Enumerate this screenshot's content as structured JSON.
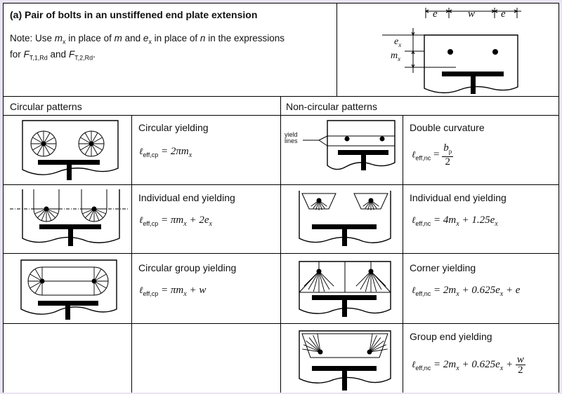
{
  "header": {
    "title": "(a)   Pair of bolts in an unstiffened end plate extension",
    "note_prefix": "Note: Use ",
    "note_mx": "m",
    "note_mx_sub": "x",
    "note_mid1": " in place of ",
    "note_m": "m",
    "note_mid2": " and ",
    "note_ex": "e",
    "note_ex_sub": "x",
    "note_mid3": " in place of ",
    "note_n": "n",
    "note_mid4": " in the expressions",
    "note_line2_prefix": "for ",
    "note_f1": "F",
    "note_f1_sub": "T,1,Rd",
    "note_and": " and ",
    "note_f2": "F",
    "note_f2_sub": "T,2,Rd",
    "note_end": "."
  },
  "key_diagram": {
    "dim_e_left": "e",
    "dim_w": "w",
    "dim_e_right": "e",
    "dim_ex": "e",
    "dim_ex_sub": "x",
    "dim_mx": "m",
    "dim_mx_sub": "x"
  },
  "columns": {
    "circular": "Circular patterns",
    "noncircular": "Non-circular patterns"
  },
  "yield_lines_label": "yield\nlines",
  "rows": [
    {
      "circ_title": "Circular  yielding",
      "circ_ell_sub": "eff,cp",
      "circ_rhs": "= 2πm",
      "circ_rhs_sub": "x",
      "nc_title": "Double curvature",
      "nc_ell_sub": "eff,nc",
      "nc_frac_num": "b",
      "nc_frac_num_sub": "p",
      "nc_frac_den": "2"
    },
    {
      "circ_title": "Individual end yielding",
      "circ_ell_sub": "eff,cp",
      "circ_rhs": "= πm",
      "circ_rhs_sub": "x",
      "circ_rhs2": " + 2e",
      "circ_rhs2_sub": "x",
      "nc_title": "Individual end  yielding",
      "nc_ell_sub": "eff,nc",
      "nc_rhs": "= 4m",
      "nc_rhs_sub": "x",
      "nc_rhs2": " + 1.25e",
      "nc_rhs2_sub": "x"
    },
    {
      "circ_title": "Circular group yielding",
      "circ_ell_sub": "eff,cp",
      "circ_rhs": "= πm",
      "circ_rhs_sub": "x",
      "circ_rhs2": " + w",
      "nc_title": "Corner yielding",
      "nc_ell_sub": "eff,nc",
      "nc_rhs": "= 2m",
      "nc_rhs_sub": "x",
      "nc_rhs2": " + 0.625e",
      "nc_rhs2_sub": "x",
      "nc_rhs3": " + e"
    },
    {
      "nc_title": "Group end yielding",
      "nc_ell_sub": "eff,nc",
      "nc_rhs": "= 2m",
      "nc_rhs_sub": "x",
      "nc_rhs2": " + 0.625e",
      "nc_rhs2_sub": "x",
      "nc_rhs3": " + ",
      "nc_frac_num": "w",
      "nc_frac_den": "2"
    }
  ]
}
